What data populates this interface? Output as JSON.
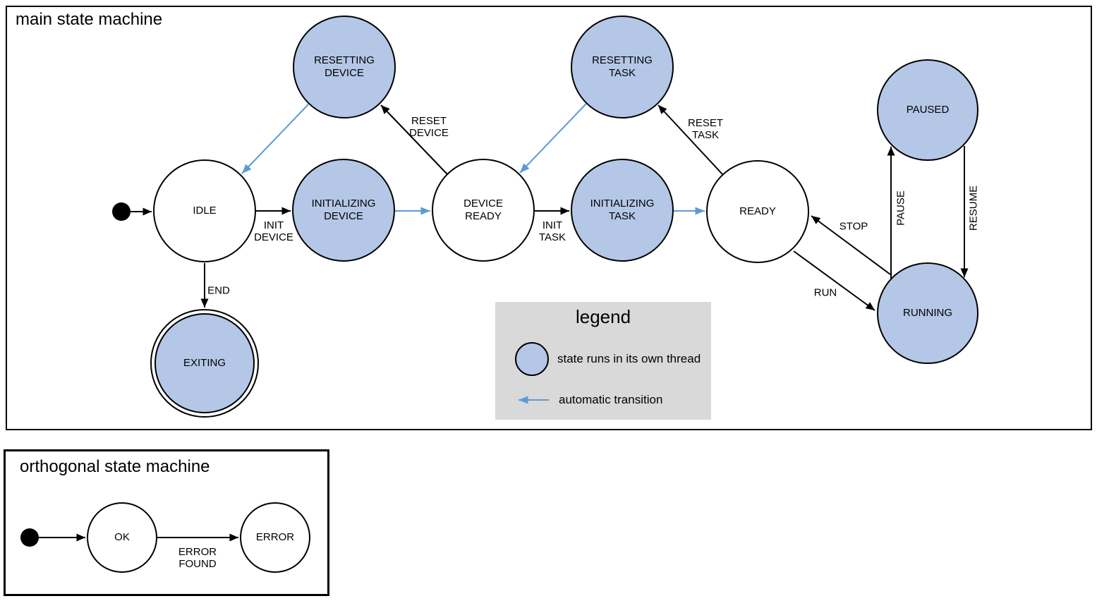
{
  "colors": {
    "line": "#000000",
    "state_fill": "#b4c7e7",
    "auto_transition": "#5b9bd5",
    "legend_bg": "#d9d9d9"
  },
  "main": {
    "title": "main state machine",
    "states": {
      "idle": "IDLE",
      "initializing_device": "INITIALIZING\nDEVICE",
      "resetting_device": "RESETTING\nDEVICE",
      "device_ready": "DEVICE\nREADY",
      "initializing_task": "INITIALIZING\nTASK",
      "resetting_task": "RESETTING\nTASK",
      "ready": "READY",
      "paused": "PAUSED",
      "running": "RUNNING",
      "exiting": "EXITING"
    },
    "transitions": {
      "init_device": "INIT\nDEVICE",
      "reset_device": "RESET\nDEVICE",
      "init_task": "INIT\nTASK",
      "reset_task": "RESET\nTASK",
      "stop": "STOP",
      "run": "RUN",
      "pause": "PAUSE",
      "resume": "RESUME",
      "end": "END"
    }
  },
  "legend": {
    "title": "legend",
    "threaded_state": "state runs in its own thread",
    "automatic_transition": "automatic transition"
  },
  "orthogonal": {
    "title": "orthogonal state machine",
    "states": {
      "ok": "OK",
      "error": "ERROR"
    },
    "transitions": {
      "error_found": "ERROR\nFOUND"
    }
  }
}
